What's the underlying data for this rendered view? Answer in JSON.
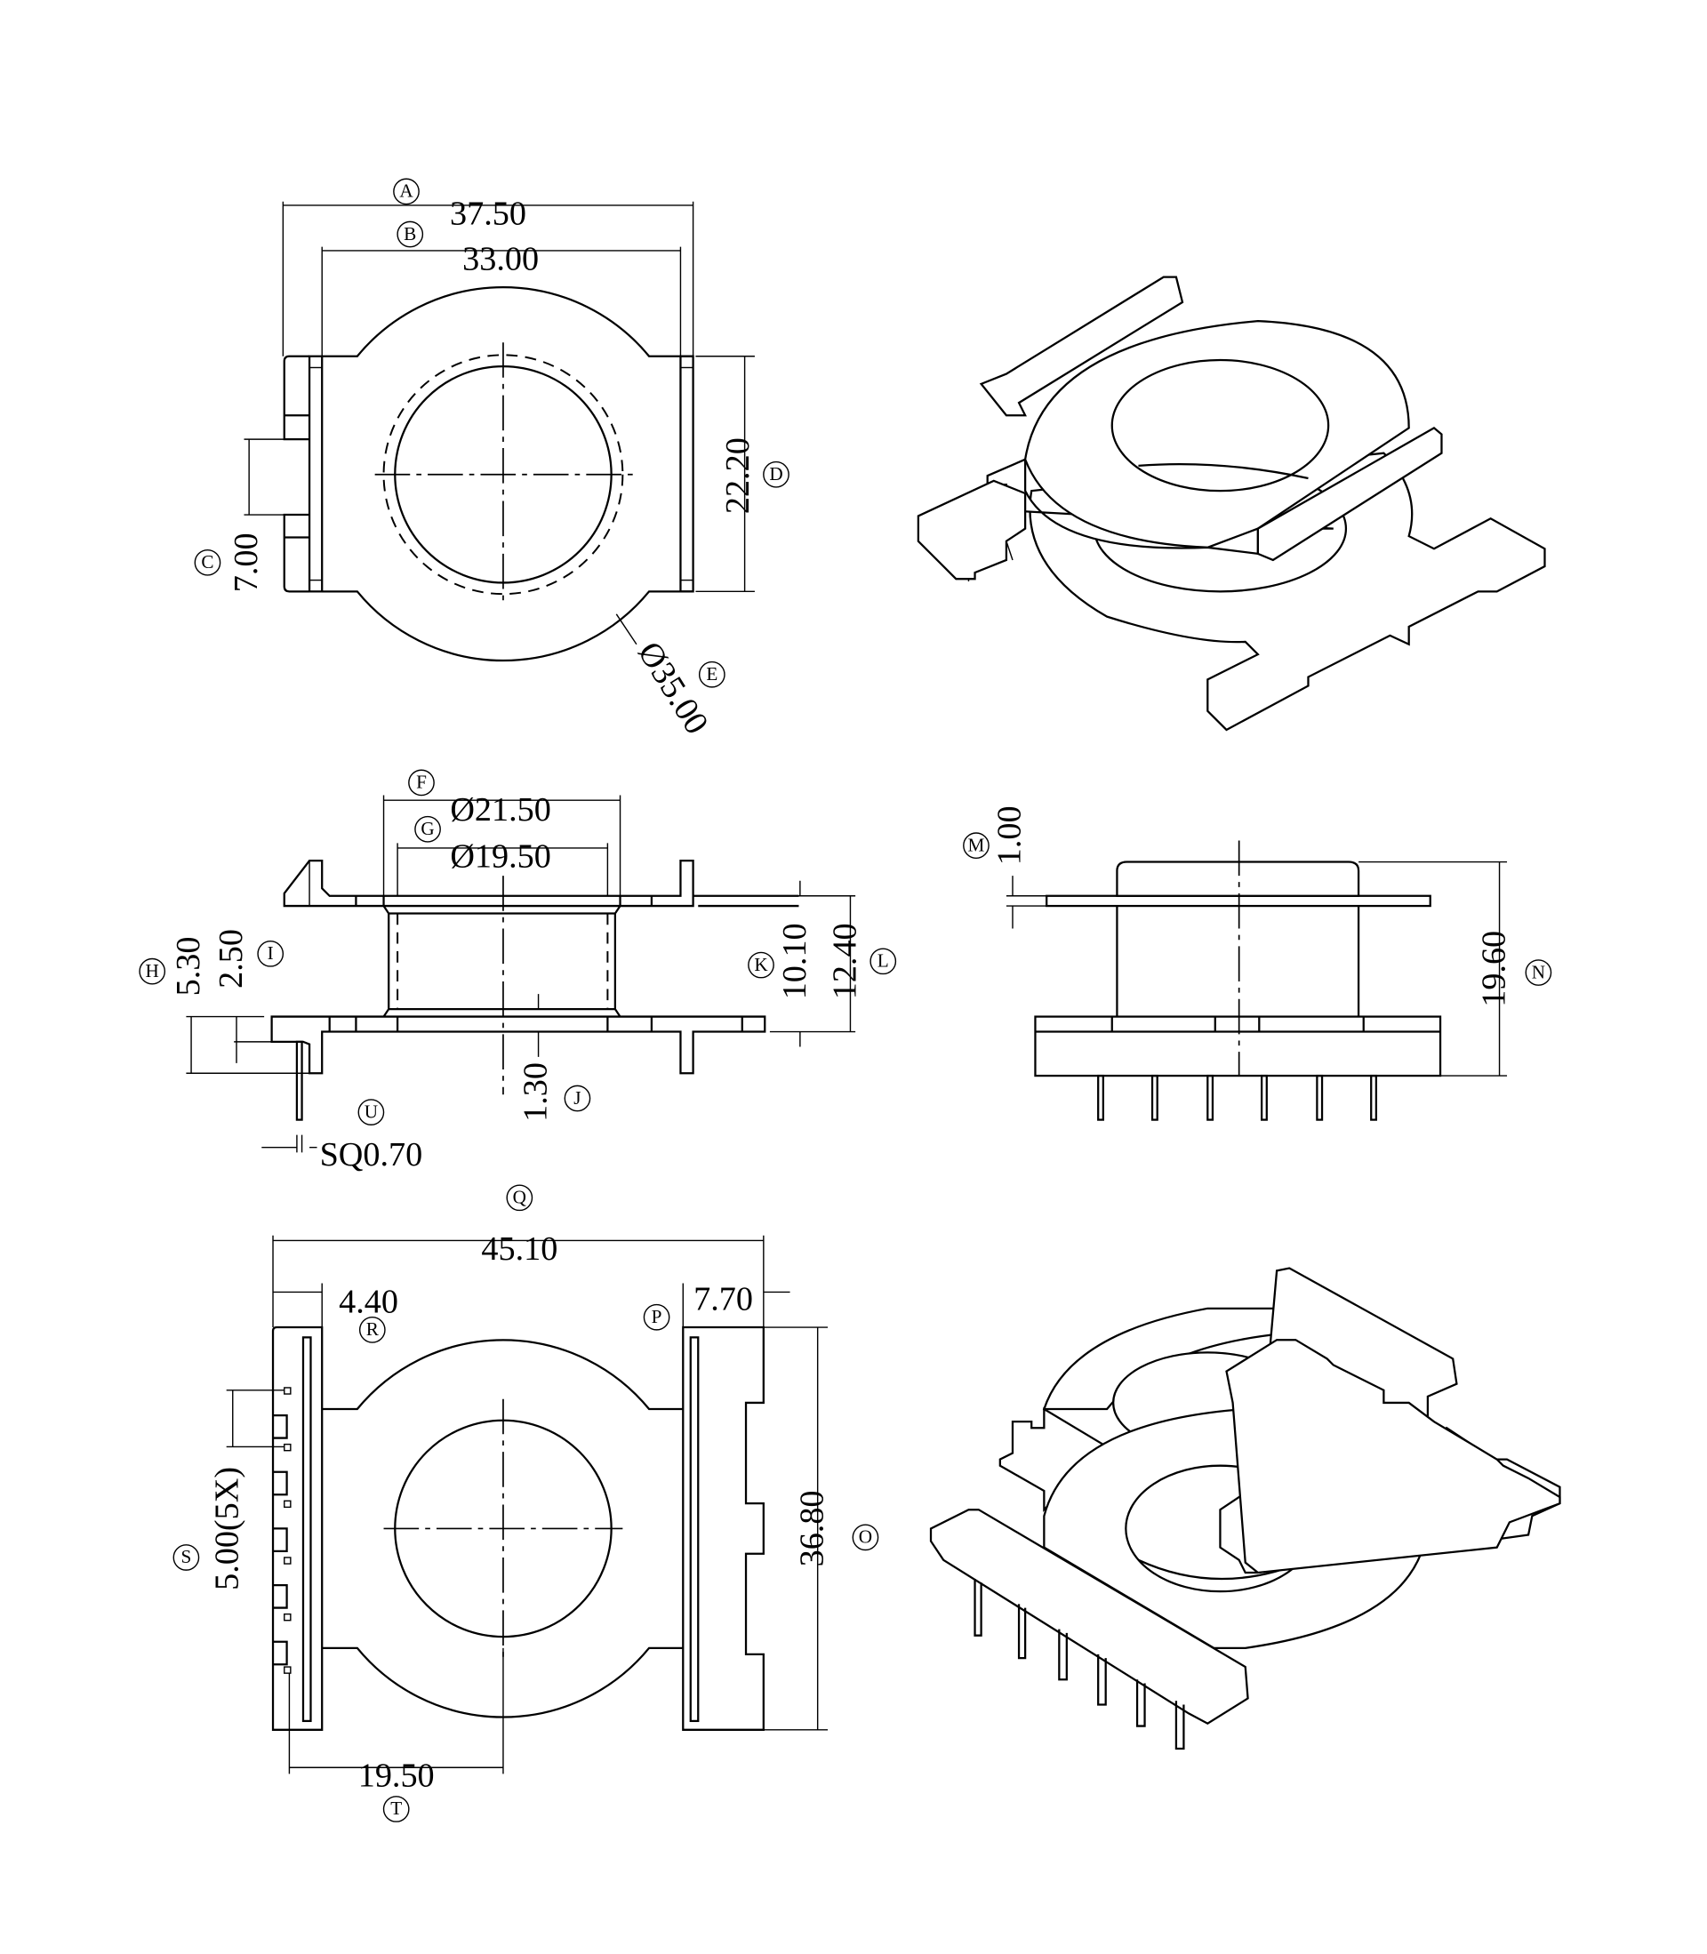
{
  "drawing": {
    "dimensions": {
      "A": {
        "letter": "A",
        "value": "37.50"
      },
      "B": {
        "letter": "B",
        "value": "33.00"
      },
      "C": {
        "letter": "C",
        "value": "7.00"
      },
      "D": {
        "letter": "D",
        "value": "22.20"
      },
      "E": {
        "letter": "E",
        "value": "Ø35.00"
      },
      "F": {
        "letter": "F",
        "value": "Ø21.50"
      },
      "G": {
        "letter": "G",
        "value": "Ø19.50"
      },
      "H": {
        "letter": "H",
        "value": "5.30"
      },
      "I": {
        "letter": "I",
        "value": "2.50"
      },
      "J": {
        "letter": "J",
        "value": "1.30"
      },
      "K": {
        "letter": "K",
        "value": "10.10"
      },
      "L": {
        "letter": "L",
        "value": "12.40"
      },
      "M": {
        "letter": "M",
        "value": "1.00"
      },
      "N": {
        "letter": "N",
        "value": "19.60"
      },
      "O": {
        "letter": "O",
        "value": "36.80"
      },
      "P": {
        "letter": "P",
        "value": "7.70"
      },
      "Q": {
        "letter": "Q",
        "value": "45.10"
      },
      "R": {
        "letter": "R",
        "value": "4.40"
      },
      "S": {
        "letter": "S",
        "value": "5.00(5X)"
      },
      "T": {
        "letter": "T",
        "value": "19.50"
      },
      "U": {
        "letter": "U",
        "value": "SQ0.70"
      }
    }
  }
}
